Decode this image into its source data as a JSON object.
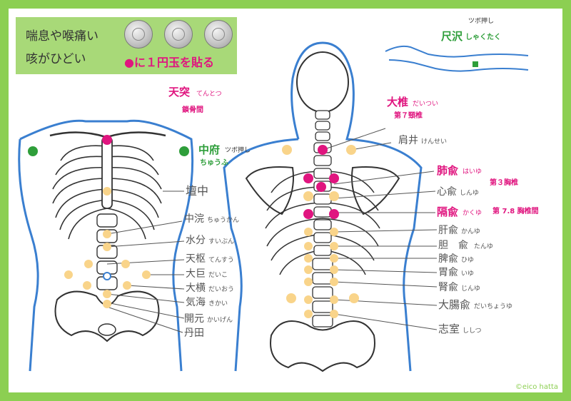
{
  "header": {
    "line1": "喘息や喉痛い",
    "line2": "咳がひどい",
    "instruction": "●に１円玉を貼る"
  },
  "arm": {
    "label_small": "ツボ押し",
    "point_name": "尺沢",
    "point_kana": "しゃくたく"
  },
  "front_points": {
    "tentotsu": {
      "name": "天突",
      "kana": "てんとつ",
      "sub": "鎖骨間"
    },
    "chufu": {
      "name": "中府",
      "kana": "ちゅうふ",
      "sub": "ツボ押し"
    },
    "danchu": {
      "name": "壇中"
    },
    "chukan": {
      "name": "中浣",
      "kana": "ちゅうかん"
    },
    "suibun": {
      "name": "水分",
      "kana": "すいぶん"
    },
    "tensu": {
      "name": "天枢",
      "kana": "てんすう"
    },
    "daiko": {
      "name": "大巨",
      "kana": "だいこ"
    },
    "daio": {
      "name": "大横",
      "kana": "だいおう"
    },
    "kikai": {
      "name": "気海",
      "kana": "きかい"
    },
    "kaigen": {
      "name": "開元",
      "kana": "かいげん"
    },
    "tanden": {
      "name": "丹田"
    }
  },
  "back_points": {
    "daitsui": {
      "name": "大椎",
      "kana": "だいつい",
      "sub": "第７頸椎"
    },
    "kensei": {
      "name": "肩井",
      "kana": "けんせい"
    },
    "haiyu": {
      "name": "肺兪",
      "kana": "はいゆ",
      "sub": "第３胸椎"
    },
    "shinyu": {
      "name": "心兪",
      "kana": "しんゆ"
    },
    "kakuyu": {
      "name": "隔兪",
      "kana": "かくゆ",
      "sub": "第 7.8 胸椎間"
    },
    "kanyu": {
      "name": "肝兪",
      "kana": "かんゆ"
    },
    "tanyu": {
      "name": "胆　兪",
      "kana": "たんゆ"
    },
    "hiyu": {
      "name": "脾兪",
      "kana": "ひゆ"
    },
    "iyu": {
      "name": "胃兪",
      "kana": "いゆ"
    },
    "jinyu": {
      "name": "腎兪",
      "kana": "じんゆ"
    },
    "daichoyu": {
      "name": "大腸兪",
      "kana": "だいちょうゆ"
    },
    "shishitsu": {
      "name": "志室",
      "kana": "ししつ"
    }
  },
  "credit": "©eico hatta",
  "colors": {
    "border": "#8ccf52",
    "header_bg": "#a8d978",
    "pink": "#e0157f",
    "green": "#2e9e3a",
    "peach": "#f9d48a",
    "body_outline": "#3a7fd0"
  }
}
